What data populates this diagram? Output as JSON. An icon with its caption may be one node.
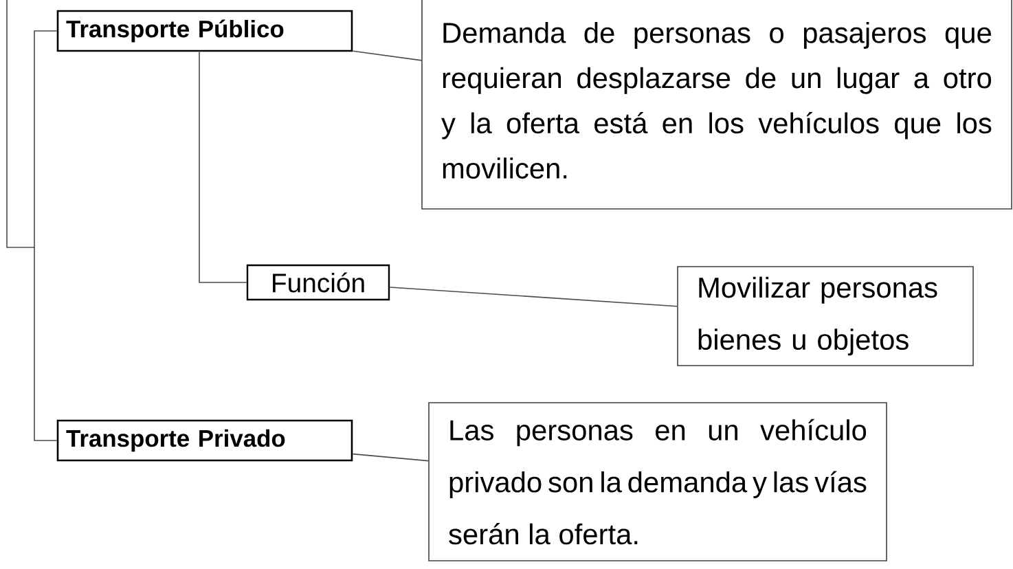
{
  "diagram": {
    "nodes": [
      {
        "text": [
          "Transporte Público"
        ]
      },
      {
        "text": [
          "Demanda de personas o pasajeros que requieran desplazarse de un lugar a otro y la oferta está en los vehículos que los movilicen."
        ]
      },
      {
        "text": [
          "Función"
        ]
      },
      {
        "text": [
          "Movilizar personas bienes u objetos"
        ]
      },
      {
        "text": [
          "Transporte Privado"
        ]
      },
      {
        "text": [
          "Las personas en un vehículo privado son la demanda y las vías serán la oferta."
        ]
      }
    ],
    "edges": [
      {
        "from": 0,
        "to": 1,
        "arrow": "none"
      },
      {
        "from": 0,
        "to": 2,
        "arrow": "none"
      },
      {
        "from": 2,
        "to": 3,
        "arrow": "none"
      },
      {
        "from": 4,
        "to": 5,
        "arrow": "none"
      },
      {
        "from": null,
        "to": 0,
        "arrow": "none"
      },
      {
        "from": null,
        "to": 4,
        "arrow": "none"
      }
    ]
  }
}
